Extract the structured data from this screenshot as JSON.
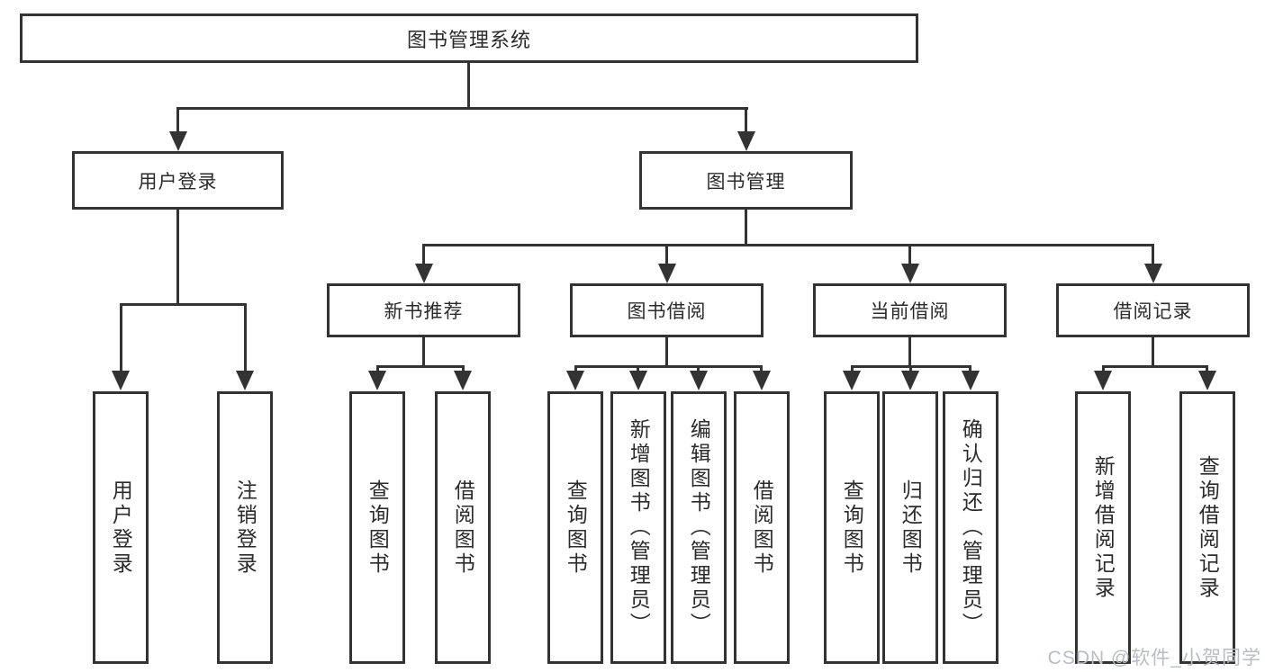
{
  "colors": {
    "line": "#333333",
    "text": "#2b2b2b",
    "bg": "#ffffff",
    "watermark": "#b8bcc3"
  },
  "diagram": {
    "root": {
      "label": "图书管理系统"
    },
    "level2": [
      {
        "label": "用户登录"
      },
      {
        "label": "图书管理"
      }
    ],
    "level3": [
      {
        "label": "新书推荐"
      },
      {
        "label": "图书借阅"
      },
      {
        "label": "当前借阅"
      },
      {
        "label": "借阅记录"
      }
    ],
    "leaves": {
      "user_login": [
        "用户登录",
        "注销登录"
      ],
      "new_book_recommend": [
        "查询图书",
        "借阅图书"
      ],
      "book_borrow": [
        "查询图书",
        "新增图书（管理员）",
        "编辑图书（管理员）",
        "借阅图书"
      ],
      "current_borrow": [
        "查询图书",
        "归还图书",
        "确认归还（管理员）"
      ],
      "borrow_record": [
        "新增借阅记录",
        "查询借阅记录"
      ]
    }
  },
  "watermark": {
    "text": "CSDN @软件_小贺同学"
  }
}
